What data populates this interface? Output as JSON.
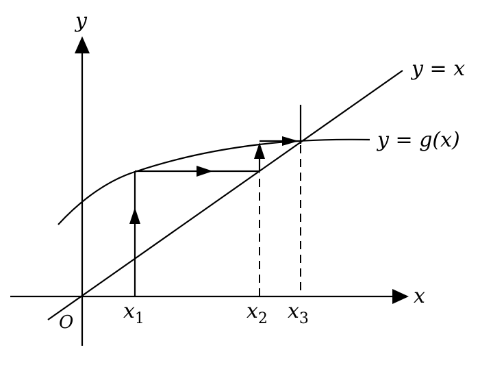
{
  "diagram": {
    "type": "fixed-point-iteration",
    "axes": {
      "x_label": "x",
      "y_label": "y",
      "origin_label": "O"
    },
    "curves": [
      {
        "id": "identity-line",
        "label_lhs": "y",
        "label_eq": "=",
        "label_rhs": "x"
      },
      {
        "id": "g-curve",
        "label_lhs": "y",
        "label_eq": "=",
        "label_rhs": "g(x)"
      }
    ],
    "x_points": [
      {
        "name": "x",
        "sub": "1"
      },
      {
        "name": "x",
        "sub": "2"
      },
      {
        "name": "x",
        "sub": "3"
      }
    ],
    "colors": {
      "stroke": "#000000",
      "background": "#ffffff"
    }
  }
}
